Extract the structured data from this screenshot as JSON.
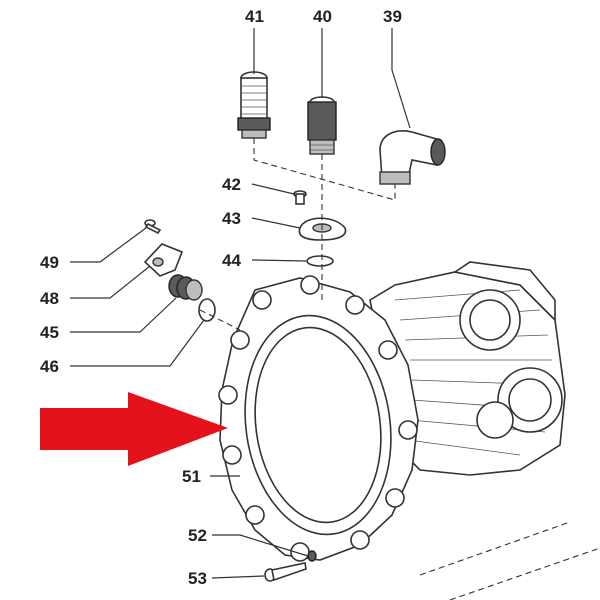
{
  "diagram": {
    "callouts": [
      {
        "id": "41",
        "label": "41"
      },
      {
        "id": "40",
        "label": "40"
      },
      {
        "id": "39",
        "label": "39"
      },
      {
        "id": "42",
        "label": "42"
      },
      {
        "id": "43",
        "label": "43"
      },
      {
        "id": "44",
        "label": "44"
      },
      {
        "id": "49",
        "label": "49"
      },
      {
        "id": "48",
        "label": "48"
      },
      {
        "id": "45",
        "label": "45"
      },
      {
        "id": "46",
        "label": "46"
      },
      {
        "id": "51",
        "label": "51"
      },
      {
        "id": "52",
        "label": "52"
      },
      {
        "id": "53",
        "label": "53"
      }
    ],
    "arrow_color": "#e3121b"
  }
}
